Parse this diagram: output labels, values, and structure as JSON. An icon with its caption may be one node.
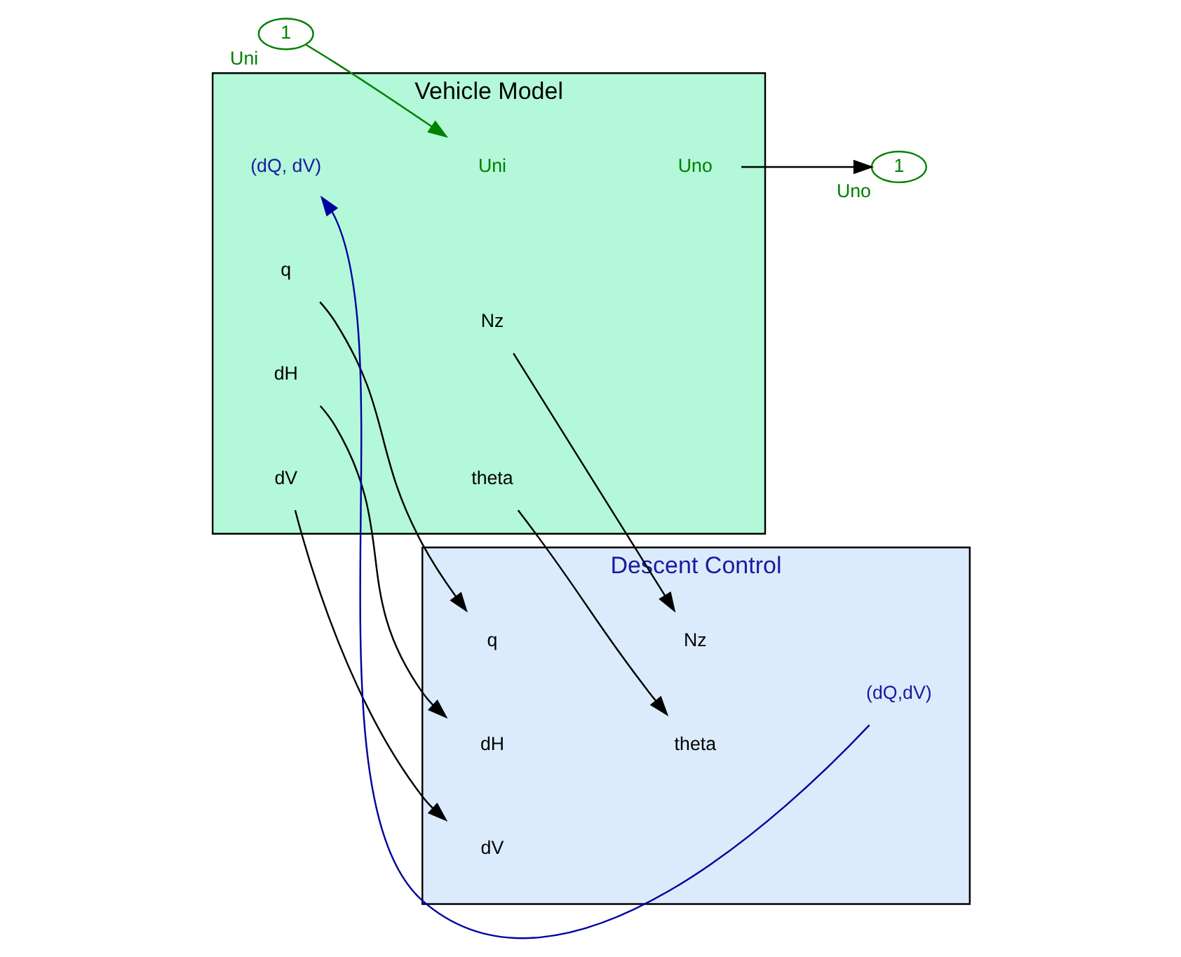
{
  "diagram": {
    "nodes": [
      {
        "text": [
          "1"
        ],
        "beside": [
          "Uni"
        ]
      },
      {
        "text": [
          "Vehicle Model"
        ]
      },
      {
        "text": [
          "Uni"
        ],
        "in": 1
      },
      {
        "text": [
          "(dQ, dV)"
        ],
        "in": 1
      },
      {
        "text": [
          "Uno"
        ],
        "in": 1
      },
      {
        "text": [
          "theta"
        ],
        "in": 1
      },
      {
        "text": [
          "q"
        ],
        "in": 1
      },
      {
        "text": [
          "dH"
        ],
        "in": 1
      },
      {
        "text": [
          "dV"
        ],
        "in": 1
      },
      {
        "text": [
          "Nz"
        ],
        "in": 1
      },
      {
        "text": [
          "1"
        ],
        "beside": [
          "Uno"
        ]
      },
      {
        "text": [
          "Descent Control"
        ]
      },
      {
        "text": [
          "theta"
        ],
        "in": 11
      },
      {
        "text": [
          "q"
        ],
        "in": 11
      },
      {
        "text": [
          "dH"
        ],
        "in": 11
      },
      {
        "text": [
          "dV"
        ],
        "in": 11
      },
      {
        "text": [
          "Nz"
        ],
        "in": 11
      },
      {
        "text": [
          "(dQ,dV)"
        ],
        "in": 11
      }
    ],
    "edges": [
      {
        "from": 0,
        "to": 2,
        "arrow": "to",
        "color": "#008000"
      },
      {
        "from": 4,
        "to": 10,
        "arrow": "to"
      },
      {
        "from": 5,
        "to": 12,
        "arrow": "to"
      },
      {
        "from": 6,
        "to": 13,
        "arrow": "to"
      },
      {
        "from": 7,
        "to": 14,
        "arrow": "to"
      },
      {
        "from": 8,
        "to": 15,
        "arrow": "to"
      },
      {
        "from": 9,
        "to": 16,
        "arrow": "to"
      },
      {
        "from": 17,
        "to": 3,
        "arrow": "to",
        "color": "#0000a0"
      }
    ]
  }
}
